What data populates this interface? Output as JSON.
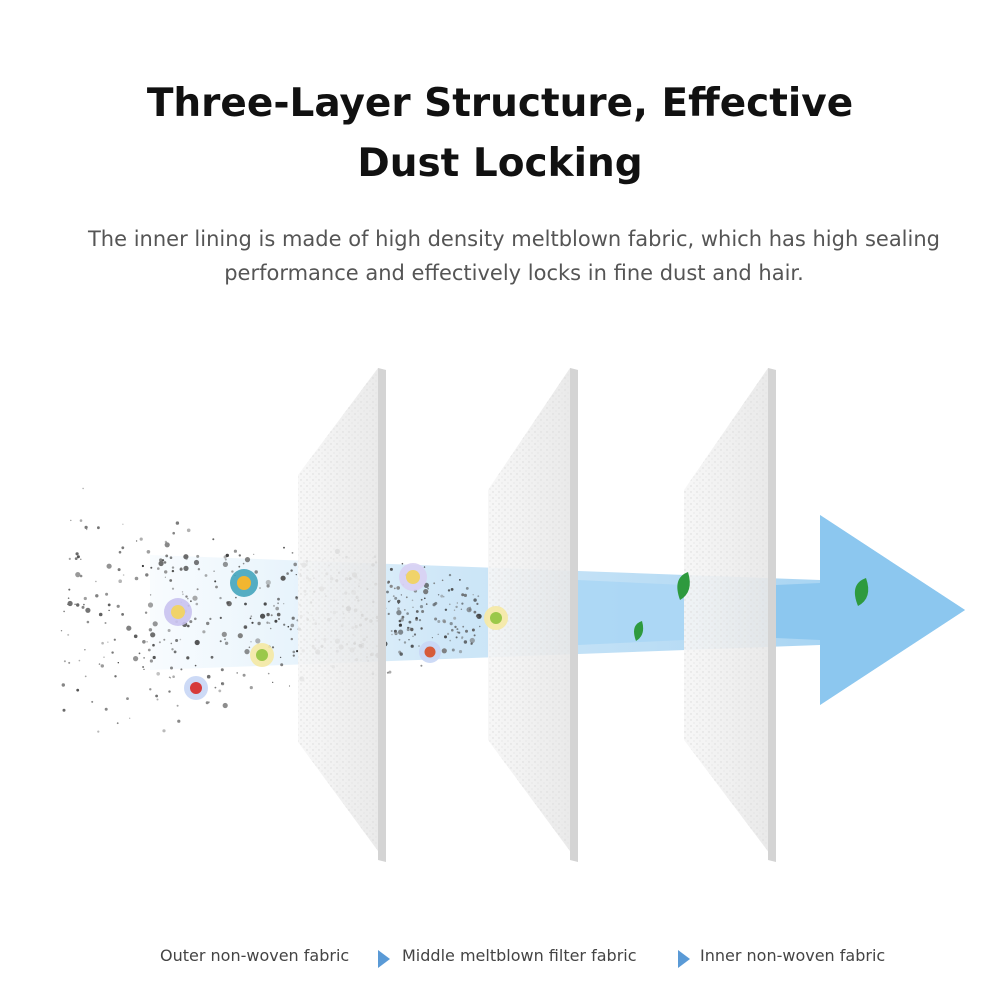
{
  "header": {
    "title_line1": "Three-Layer Structure, Effective",
    "title_line2": "Dust Locking",
    "description": "The inner lining is made of high density meltblown fabric, which has high sealing performance and effectively locks in fine dust and hair."
  },
  "layers": [
    {
      "label": "Outer non-woven fabric"
    },
    {
      "label": "Middle meltblown filter fabric"
    },
    {
      "label": "Inner non-woven fabric"
    }
  ],
  "colors": {
    "title": "#111111",
    "description": "#555555",
    "airflow": "#8cc7ef",
    "caption_arrow": "#5a9ad6",
    "leaf": "#2e9a3e"
  },
  "icons": {
    "caption_separator": "triangle-right-icon",
    "clean_air": "leaf-icon",
    "pollutant": "bacteria-icon"
  }
}
